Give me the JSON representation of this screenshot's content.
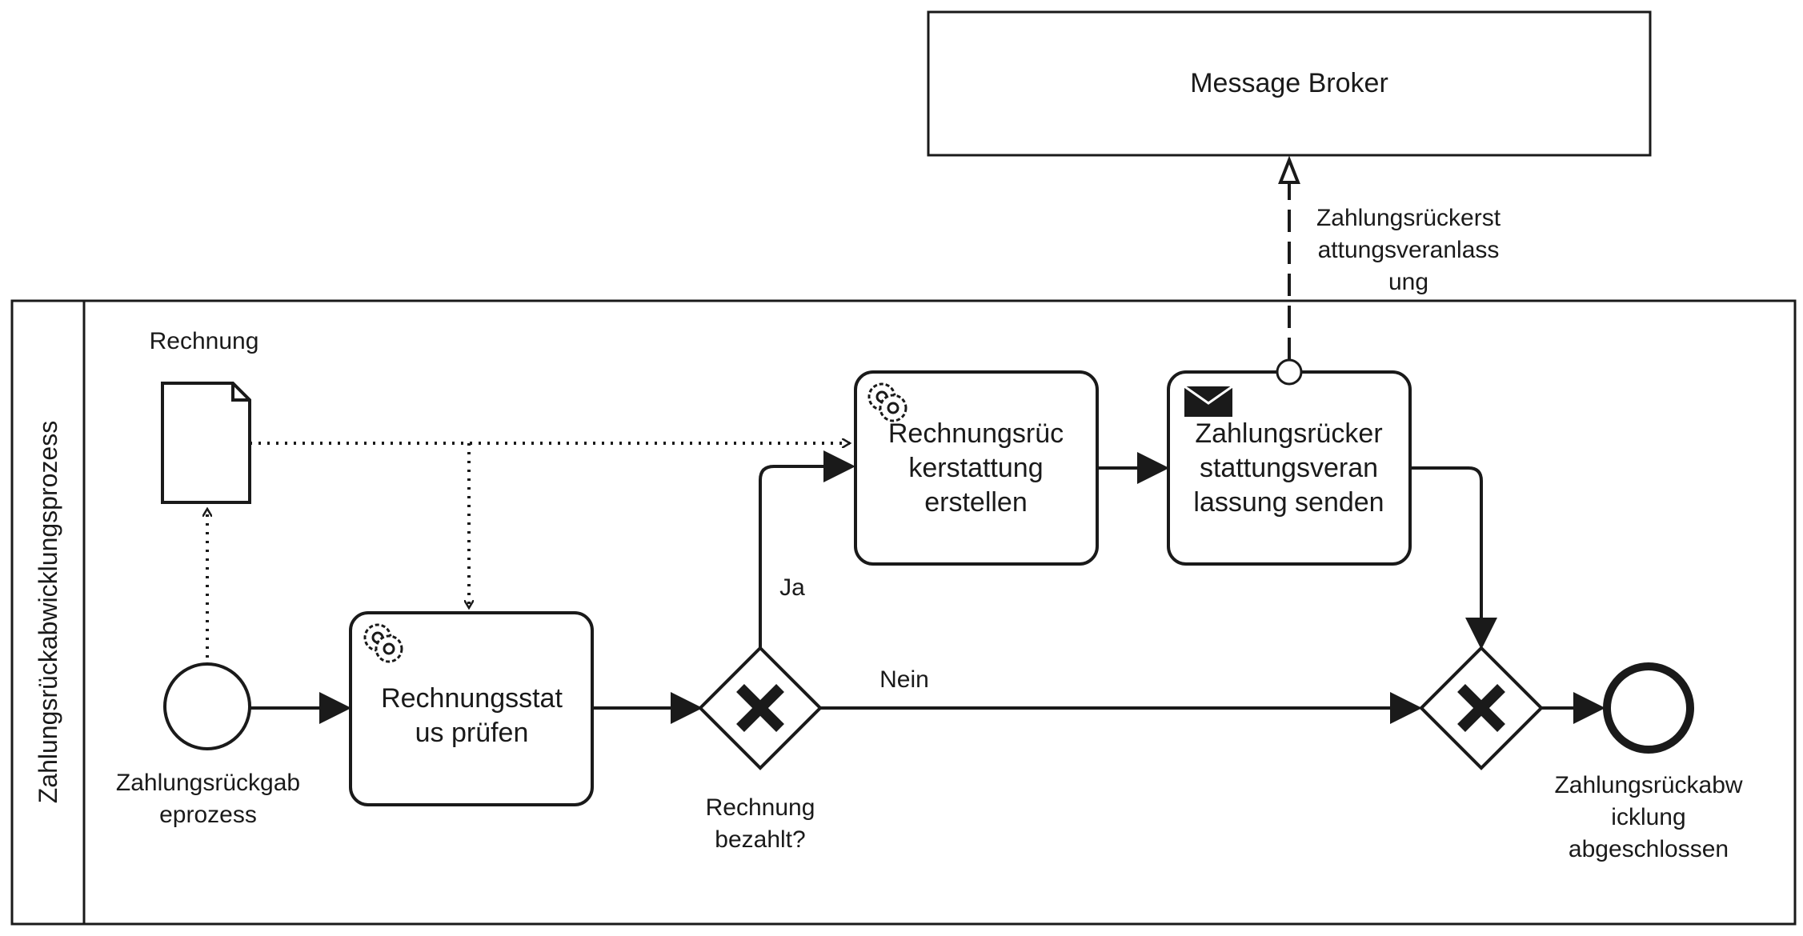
{
  "external_participant": {
    "label": "Message Broker"
  },
  "pool": {
    "label": "Zahlungsrückabwicklungsprozess"
  },
  "data_object": {
    "label": "Rechnung",
    "icon": "document-icon"
  },
  "start_event": {
    "label": "Zahlungsrückgab\neprozess"
  },
  "tasks": [
    {
      "label": "Rechnungsstat\nus prüfen",
      "icon": "gears-icon",
      "type": "service-task"
    },
    {
      "label": "Rechnungsrüc\nkerstattung\nerstellen",
      "icon": "gears-icon",
      "type": "service-task"
    },
    {
      "label": "Zahlungsrücker\nstattungsveran\nlassung senden",
      "icon": "envelope-icon",
      "type": "send-task"
    }
  ],
  "gateways": [
    {
      "label": "Rechnung\nbezahlt?",
      "type": "exclusive"
    },
    {
      "label": "",
      "type": "exclusive"
    }
  ],
  "flow_labels": {
    "yes": "Ja",
    "no": "Nein"
  },
  "message_flow": {
    "label": "Zahlungsrückerst\nattungsveranlass\nung"
  },
  "end_event": {
    "label": "Zahlungsrückabw\nicklung\nabgeschlossen"
  },
  "colors": {
    "stroke": "#1a1a1a",
    "background": "#ffffff"
  }
}
